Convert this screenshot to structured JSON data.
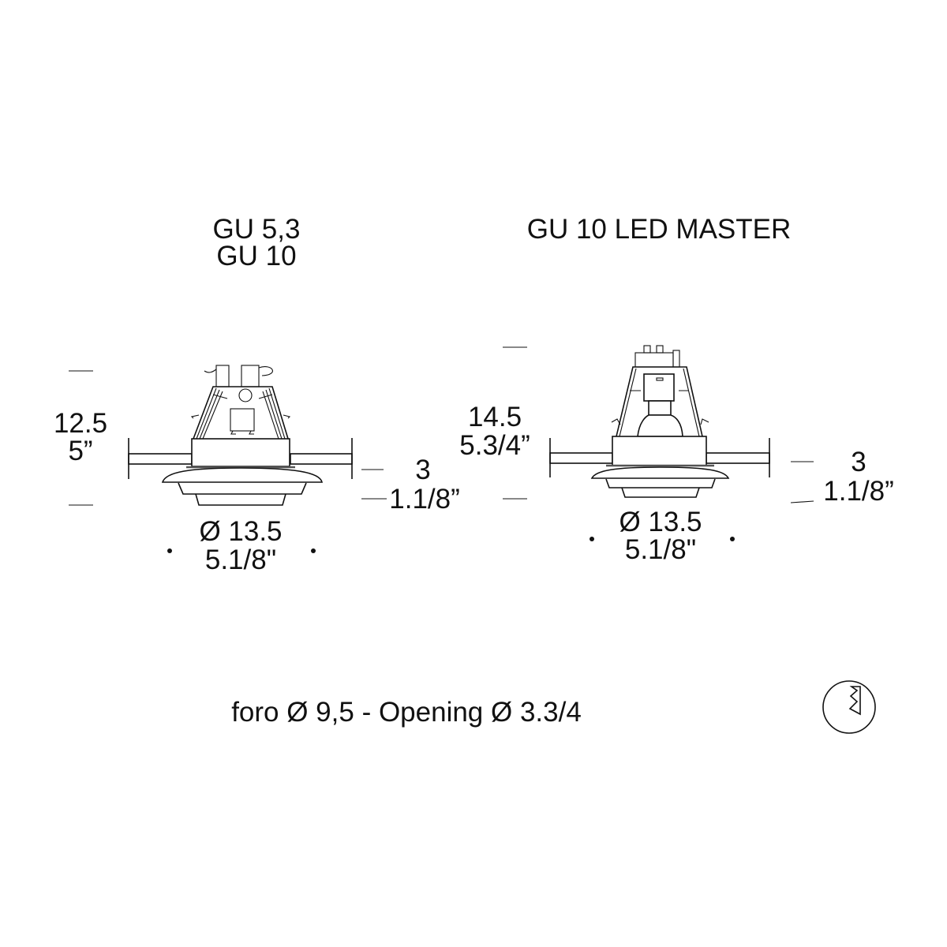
{
  "left_fixture": {
    "title_line1": "GU 5,3",
    "title_line2": "GU 10",
    "height_cm": "12.5",
    "height_in": "5”",
    "flange_cm": "3",
    "flange_in": "1.1/8”",
    "diameter_cm": "Ø 13.5",
    "diameter_in": "5.1/8\""
  },
  "right_fixture": {
    "title": "GU 10 LED MASTER",
    "height_cm": "14.5",
    "height_in": "5.3/4”",
    "flange_cm": "3",
    "flange_in": "1.1/8”",
    "diameter_cm": "Ø 13.5",
    "diameter_in": "5.1/8\""
  },
  "footer": {
    "opening": "foro Ø 9,5 - Opening Ø 3.3/4"
  },
  "icons": {
    "adjustable": "circle-with-spring-icon"
  }
}
